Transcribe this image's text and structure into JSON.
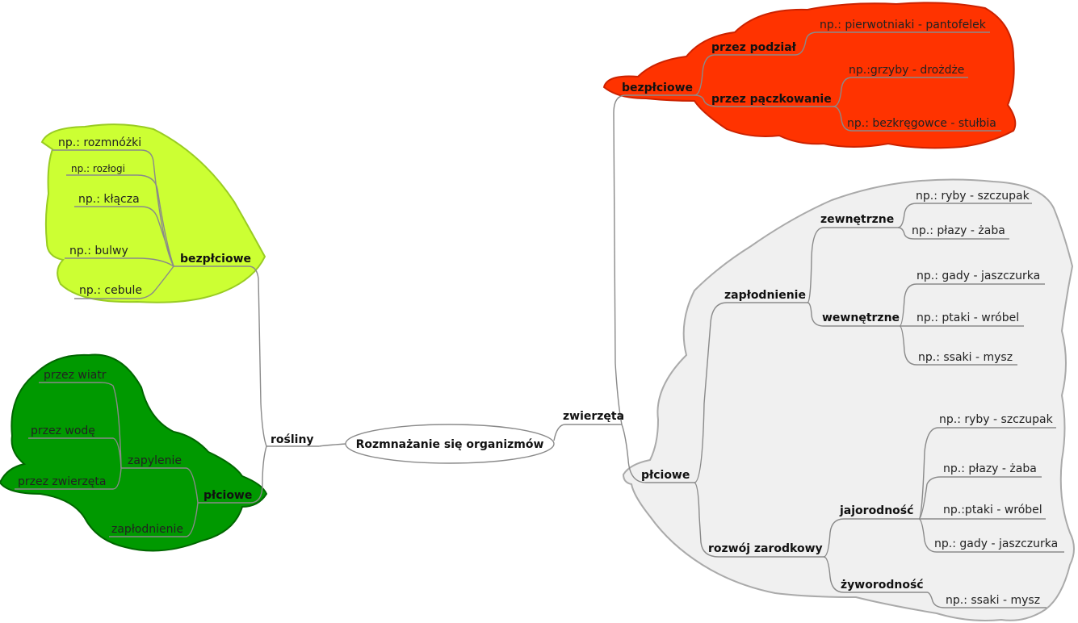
{
  "root": {
    "label": "Rozmnażanie się organizmów"
  },
  "plants": {
    "label": "rośliny",
    "asexual": {
      "label": "bezpłciowe",
      "items": [
        "np.: rozmnóżki",
        "np.: rozłogi",
        "np.: kłącza",
        "np.: bulwy",
        "np.: cebule"
      ],
      "cloud_color": "#ccff33",
      "cloud_stroke": "#99cc22"
    },
    "sexual": {
      "label": "płciowe",
      "pollination": {
        "label": "zapylenie",
        "items": [
          "przez wiatr",
          "przez wodę",
          "przez zwierzęta"
        ]
      },
      "fertilization": {
        "label": "zapłodnienie"
      },
      "cloud_color": "#009900",
      "cloud_stroke": "#006600"
    }
  },
  "animals": {
    "label": "zwierzęta",
    "asexual": {
      "label": "bezpłciowe",
      "division": {
        "label": "przez podział",
        "items": [
          "np.: pierwotniaki -  pantofelek"
        ]
      },
      "budding": {
        "label": "przez pączkowanie",
        "items": [
          "np.:grzyby - drożdże",
          "np.: bezkręgowce - stułbia"
        ]
      },
      "cloud_color": "#ff3300",
      "cloud_stroke": "#cc2200"
    },
    "sexual": {
      "label": "płciowe",
      "fertilization": {
        "label": "zapłodnienie",
        "external": {
          "label": "zewnętrzne",
          "items": [
            "np.: ryby - szczupak",
            "np.: płazy - żaba"
          ]
        },
        "internal": {
          "label": "wewnętrzne",
          "items": [
            "np.: gady - jaszczurka",
            "np.: ptaki - wróbel",
            "np.: ssaki - mysz"
          ]
        }
      },
      "development": {
        "label": "rozwój zarodkowy",
        "oviparity": {
          "label": "jajorodność",
          "items": [
            "np.: ryby - szczupak",
            "np.: płazy - żaba",
            "np.:ptaki - wróbel",
            "np.: gady - jaszczurka"
          ]
        },
        "viviparity": {
          "label": "żyworodność",
          "items": [
            "np.: ssaki - mysz"
          ]
        }
      },
      "cloud_color": "#f0f0f0",
      "cloud_stroke": "#aaaaaa"
    }
  }
}
